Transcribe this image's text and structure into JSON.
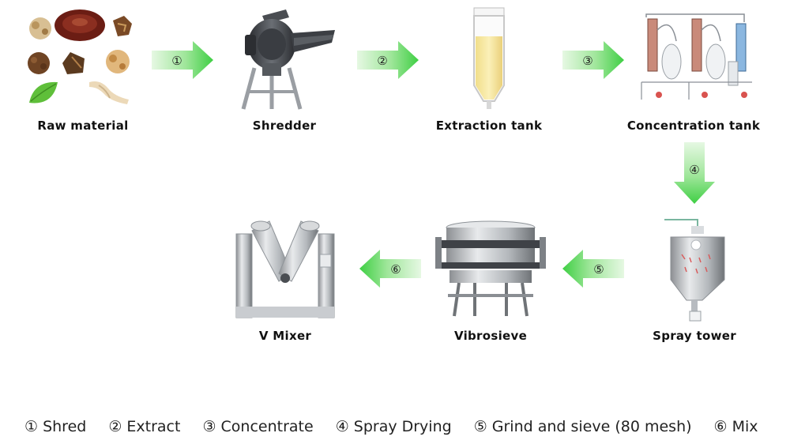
{
  "stages": {
    "raw_material": "Raw material",
    "shredder": "Shredder",
    "extraction_tank": "Extraction tank",
    "concentration_tank": "Concentration tank",
    "spray_tower": "Spray tower",
    "vibrosieve": "Vibrosieve",
    "v_mixer": "V Mixer"
  },
  "arrows": {
    "a1": "①",
    "a2": "②",
    "a3": "③",
    "a4": "④",
    "a5": "⑤",
    "a6": "⑥"
  },
  "legend": [
    "① Shred",
    "② Extract",
    "③ Concentrate",
    "④ Spray Drying",
    "⑤ Grind and sieve (80 mesh)",
    "⑥ Mix"
  ],
  "colors": {
    "arrow_fill": "#5cd85a",
    "arrow_light": "#dcf7d9"
  }
}
